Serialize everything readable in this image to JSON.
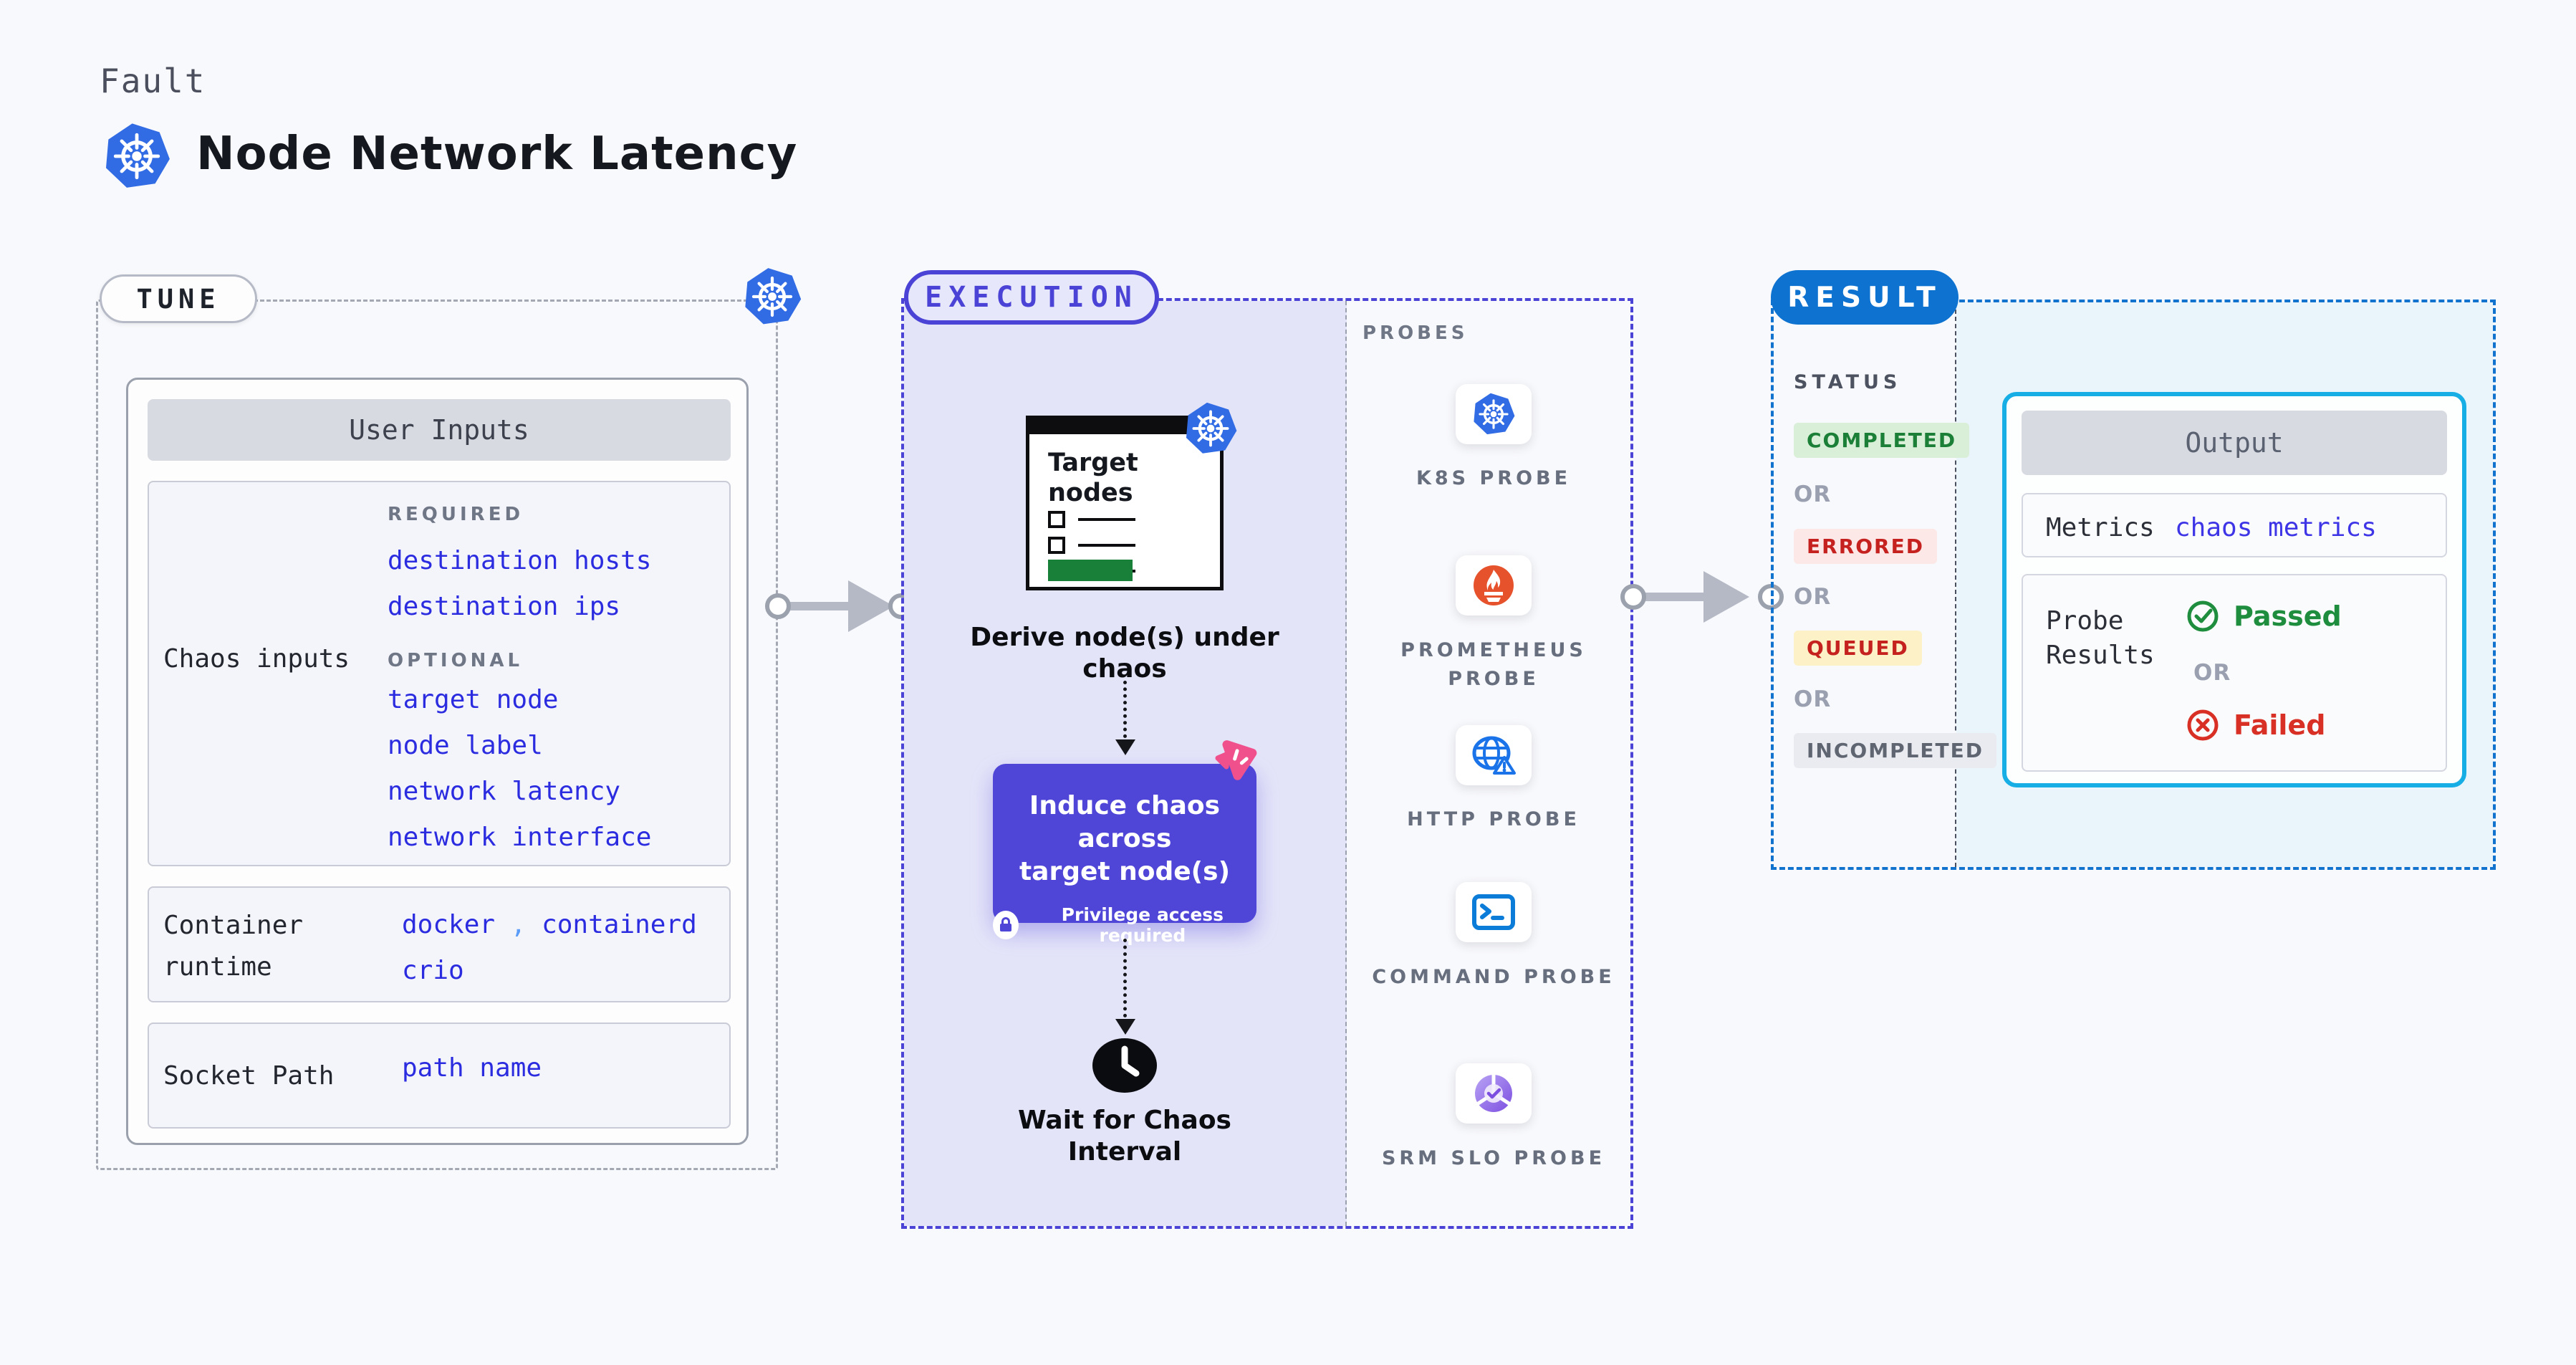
{
  "header": {
    "kicker": "Fault",
    "title": "Node Network Latency"
  },
  "tune": {
    "pill": "TUNE",
    "user_inputs": {
      "title": "User Inputs",
      "chaos_inputs_label": "Chaos inputs",
      "required_label": "REQUIRED",
      "required_items": [
        "destination hosts",
        "destination ips"
      ],
      "optional_label": "OPTIONAL",
      "optional_items": [
        "target node",
        "node label",
        "network latency",
        "network interface"
      ],
      "container_runtime_label": "Container runtime",
      "runtime_value_1": "docker",
      "runtime_comma": ",",
      "runtime_value_2": "containerd",
      "runtime_value_3": "crio",
      "socket_path_label": "Socket Path",
      "socket_path_value": "path name"
    }
  },
  "execution": {
    "pill": "EXECUTION",
    "target_card_title": "Target nodes",
    "step1": "Derive node(s) under chaos",
    "step2_line1": "Induce chaos across",
    "step2_line2": "target node(s)",
    "privilege_note": "Privilege access required",
    "step3_line1": "Wait for Chaos",
    "step3_line2": "Interval",
    "probes_label": "PROBES",
    "probes": [
      {
        "name": "K8S PROBE",
        "icon": "kubernetes-icon"
      },
      {
        "name": "PROMETHEUS PROBE",
        "icon": "prometheus-icon"
      },
      {
        "name": "HTTP PROBE",
        "icon": "http-globe-icon"
      },
      {
        "name": "COMMAND PROBE",
        "icon": "terminal-icon"
      },
      {
        "name": "SRM SLO PROBE",
        "icon": "slo-donut-icon"
      }
    ]
  },
  "result": {
    "pill": "RESULT",
    "status_label": "STATUS",
    "or_label": "OR",
    "statuses": [
      "COMPLETED",
      "ERRORED",
      "QUEUED",
      "INCOMPLETED"
    ],
    "output": {
      "title": "Output",
      "metrics_label": "Metrics",
      "metrics_value": "chaos metrics",
      "probe_results_label": "Probe Results",
      "passed": "Passed",
      "failed": "Failed"
    }
  },
  "colors": {
    "accent_indigo": "#4a43d6",
    "accent_blue": "#0d72d0",
    "cyan_border": "#16aee4",
    "link_blue": "#2b2ce0",
    "passed_green": "#1e8e3e",
    "failed_red": "#d93025",
    "kubernetes_blue": "#326ce5",
    "prometheus_orange": "#e6522c",
    "litmus_pink": "#f0508c"
  }
}
